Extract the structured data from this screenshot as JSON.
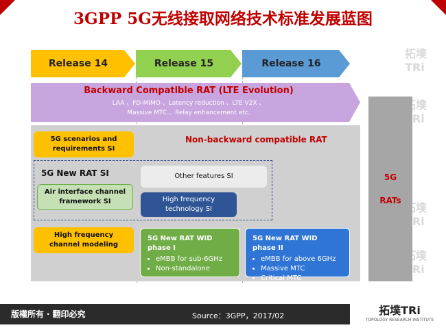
{
  "title": "3GPP 5G无线接取网络技术标准发展蓝图",
  "watermark": "拓墣TRi",
  "releases": [
    {
      "label": "Release 14",
      "color": "#ffc000"
    },
    {
      "label": "Release 15",
      "color": "#92d050"
    },
    {
      "label": "Release 16",
      "color": "#5b9bd5"
    }
  ],
  "lte": {
    "title": "Backward Compatible RAT (LTE Evolution)",
    "line1": "LAA 、FD-MIMO 、Latency reduction 、LTE V2X 、",
    "line2": "Massive MTC 、Relay enhancement etc."
  },
  "nonbackward_label": "Non-backward compatible RAT",
  "rats": {
    "line1": "5G",
    "line2": "RATs"
  },
  "scenarios": {
    "line1": "5G scenarios and",
    "line2": "requirements SI"
  },
  "new_rat_si": "5G New RAT SI",
  "air_interface": {
    "line1": "Air interface channel",
    "line2": "framework SI"
  },
  "other_features": "Other features SI",
  "high_freq_tech": {
    "line1": "High frequency",
    "line2": "technology SI"
  },
  "channel_modeling": {
    "line1": "High frequency",
    "line2": "channel modeling"
  },
  "phase1": {
    "title": "5G New RAT WID phase I",
    "items": [
      "eMBB for sub-6GHz",
      "Non-standalone"
    ]
  },
  "phase2": {
    "title": "5G New RAT WID phase II",
    "items": [
      "eMBB for above 6GHz",
      "Massive MTC",
      "Critical MTC"
    ]
  },
  "footer": {
    "copyright": "版權所有 ‧ 翻印必究",
    "source": "Source：3GPP，2017/02",
    "logo": "拓墣TRi",
    "logo_sub1": "TOPOLOGY RESEARCH INSTITUTE"
  },
  "colors": {
    "title_red": "#c00000",
    "lte_purple": "#c9a5e0",
    "gray_area": "#d0d0d0",
    "footer_bg": "#2b2b2b"
  }
}
